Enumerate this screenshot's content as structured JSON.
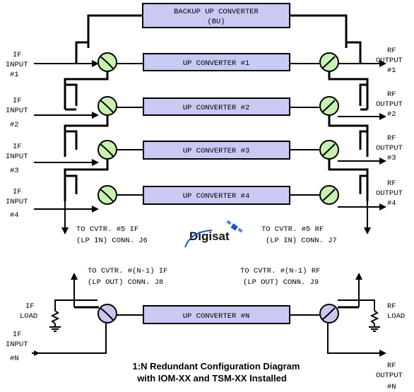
{
  "backup": {
    "name": "BACKUP UP CONVERTER",
    "abbr": "(BU)"
  },
  "rows": [
    {
      "box": "UP CONVERTER #1",
      "in": [
        "IF",
        "INPUT",
        "#1"
      ],
      "out": [
        "RF",
        "OUTPUT",
        "#1"
      ]
    },
    {
      "box": "UP CONVERTER #2",
      "in": [
        "IF",
        "INPUT",
        "#2"
      ],
      "out": [
        "RF",
        "OUTPUT",
        "#2"
      ]
    },
    {
      "box": "UP CONVERTER #3",
      "in": [
        "IF",
        "INPUT",
        "#3"
      ],
      "out": [
        "RF",
        "OUTPUT",
        "#3"
      ]
    },
    {
      "box": "UP CONVERTER #4",
      "in": [
        "IF",
        "INPUT",
        "#4"
      ],
      "out": [
        "RF",
        "OUTPUT",
        "#4"
      ]
    }
  ],
  "connections": {
    "to_j6": [
      "TO CVTR. #5 IF",
      "(LP IN) CONN. J6"
    ],
    "to_j7": [
      "TO CVTR. #5 RF",
      "(LP IN) CONN. J7"
    ],
    "to_j8": [
      "TO CVTR. #(N-1) IF",
      "(LP OUT) CONN. J8"
    ],
    "to_j9": [
      "TO CVTR. #(N-1) RF",
      "(LP OUT) CONN. J9"
    ]
  },
  "last_row": {
    "box": "UP CONVERTER #N",
    "if_load": [
      "IF",
      "LOAD"
    ],
    "rf_load": [
      "RF",
      "LOAD"
    ],
    "in": [
      "IF",
      "INPUT",
      "#N"
    ],
    "out": [
      "RF",
      "OUTPUT",
      "#N"
    ]
  },
  "logo": "Digisat",
  "caption": [
    "1:N Redundant Configuration Diagram",
    "with IOM-XX and TSM-XX Installed"
  ],
  "colors": {
    "converter_box": "#c9c9f4",
    "switch_green": "#c8f0b0",
    "switch_lavender": "#c9c6ef"
  }
}
